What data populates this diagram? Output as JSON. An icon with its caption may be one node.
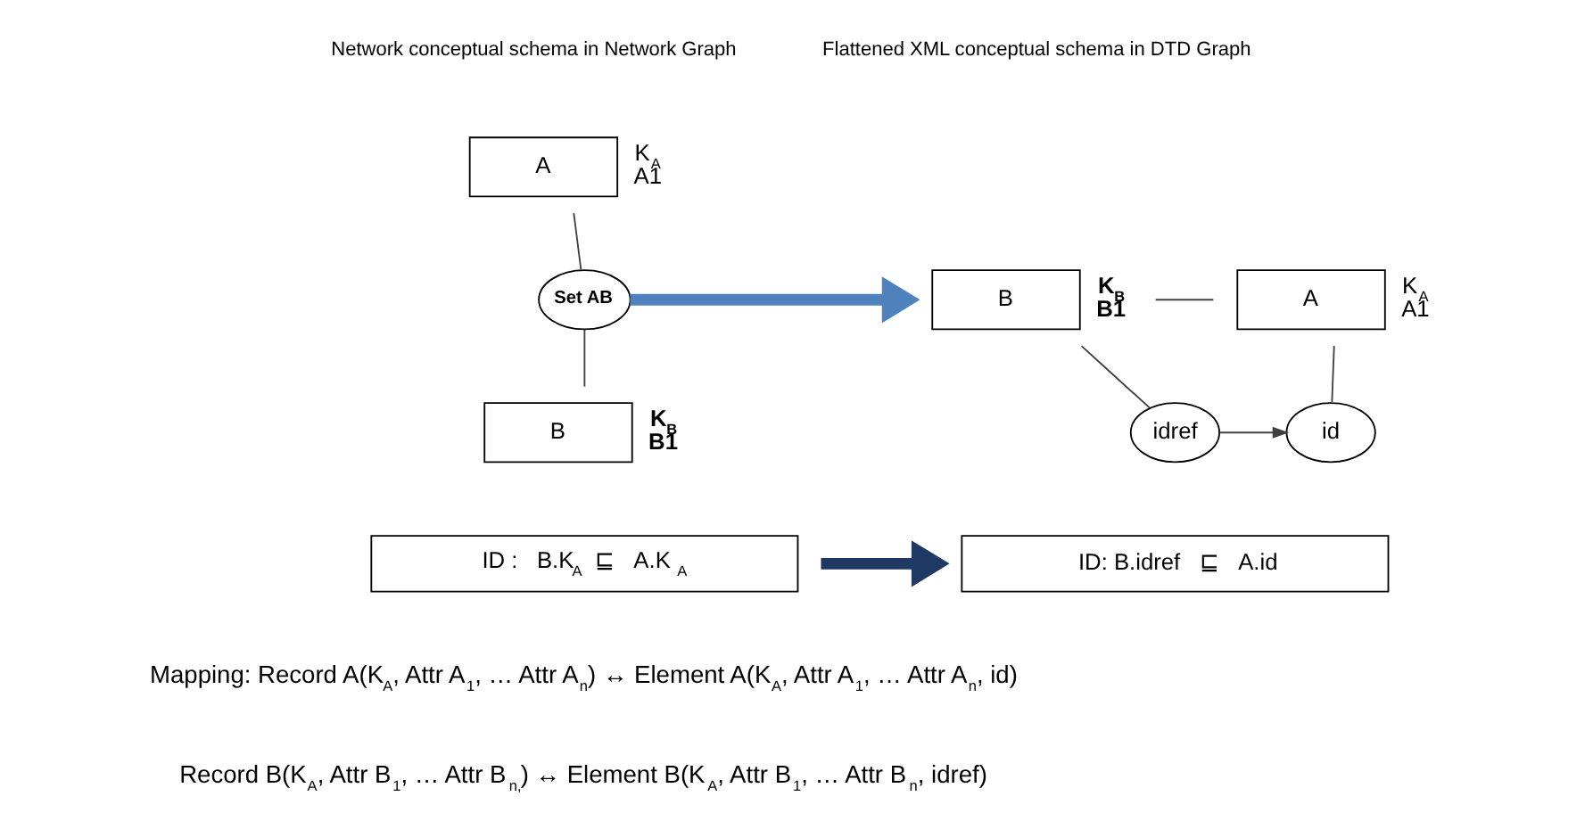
{
  "diagram": {
    "nodes": [
      {
        "text": [
          "A"
        ],
        "beside": [
          "K$_{A}$",
          "A1"
        ]
      },
      {
        "text": [
          "Set AB"
        ]
      },
      {
        "text": [
          "B"
        ],
        "beside": [
          "K$_{B}$",
          "B1"
        ]
      },
      {
        "text": [
          "ID :   B.K$_{A}$   ⊑   A.K$_{A}$"
        ]
      },
      {
        "text": [
          "B"
        ],
        "beside": [
          "K$_{B}$",
          "B1"
        ]
      },
      {
        "text": [
          "A"
        ],
        "beside": [
          "K$_{A}$",
          "A1"
        ]
      },
      {
        "text": [
          "idref"
        ]
      },
      {
        "text": [
          "id"
        ]
      },
      {
        "text": [
          "ID: B.idref   ⊑   A.id"
        ]
      }
    ],
    "edges": [
      {
        "from": 0,
        "to": 1,
        "arrow": "none"
      },
      {
        "from": 1,
        "to": 2,
        "arrow": "none"
      },
      {
        "from": 1,
        "to": 4,
        "arrow": "to",
        "style": "thick",
        "color": "#4f81bd"
      },
      {
        "from": 3,
        "to": 8,
        "arrow": "to",
        "style": "thick",
        "color": "#1f3864"
      },
      {
        "from": 4,
        "to": 5,
        "arrow": "none"
      },
      {
        "from": 4,
        "to": 6,
        "arrow": "none"
      },
      {
        "from": 5,
        "to": 7,
        "arrow": "none"
      },
      {
        "from": 6,
        "to": 7,
        "arrow": "to"
      }
    ],
    "labels": [
      "Network conceptual schema in Network Graph",
      "Flattened XML conceptual schema in DTD Graph",
      "Mapping: Record A(K$_{A}$, Attr A$_{1}$, … Attr A$_{n}$) ↔ Element A(K$_{A}$, Attr A$_{1}$, … Attr A$_{n}$, id)",
      "Record B(K$_{A}$, Attr B$_{1}$, … Attr B$_{n,}$) ↔ Element B(K$_{A}$, Attr B$_{1}$, … Attr B$_{n}$, idref)"
    ]
  }
}
